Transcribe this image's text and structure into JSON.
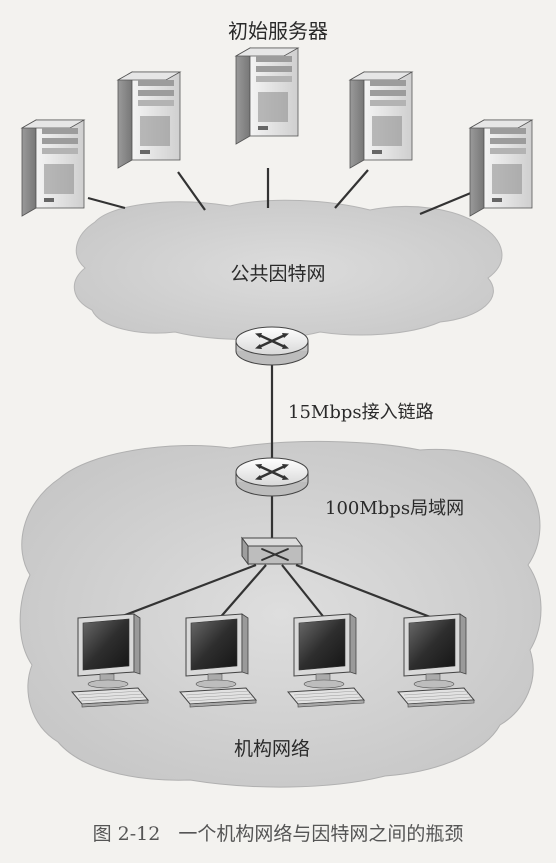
{
  "labels": {
    "origin_servers": "初始服务器",
    "public_internet": "公共因特网",
    "access_link": "15Mbps接入链路",
    "lan": "100Mbps局域网",
    "institutional_network": "机构网络"
  },
  "caption": {
    "number": "图 2-12",
    "text": "一个机构网络与因特网之间的瓶颈"
  },
  "icons": {
    "server": "server-tower-icon",
    "router": "router-icon",
    "switch": "switch-icon",
    "computer": "desktop-computer-icon"
  }
}
